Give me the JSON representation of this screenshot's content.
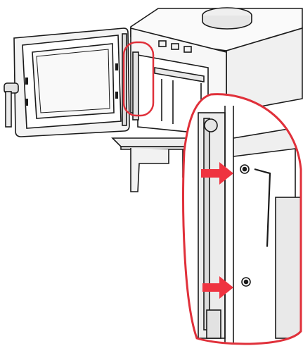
{
  "figure": {
    "subject": "stove-door-hinge-removal-diagram",
    "colors": {
      "line": "#1a1a1a",
      "fill_light": "#f4f4f4",
      "fill_mid": "#d9d9d9",
      "highlight": "#e0303a",
      "arrow": "#ef3340"
    },
    "callouts": {
      "small_highlight": "hinge-location-oval",
      "zoom_highlight": "zoomed-hinge-circle",
      "arrows": [
        "upper-screw-arrow",
        "lower-screw-arrow"
      ]
    }
  }
}
